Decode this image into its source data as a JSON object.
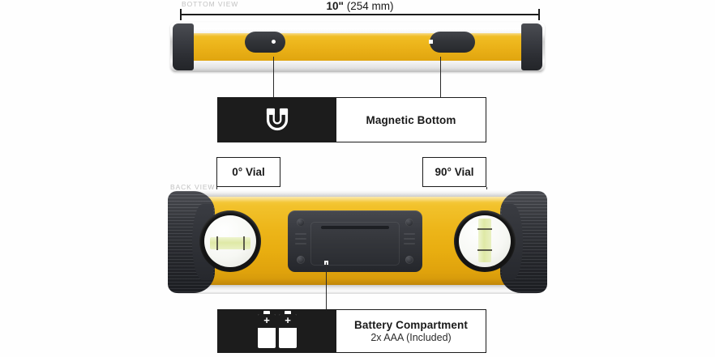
{
  "dimension": {
    "imperial": "10\"",
    "metric": " (254 mm)"
  },
  "views": {
    "bottom_tag": "BOTTOM VIEW",
    "back_tag": "BACK VIEW"
  },
  "callouts": [
    {
      "id": "magnetic",
      "icon": "magnet-icon",
      "title": "Magnetic Bottom",
      "subtitle": ""
    },
    {
      "id": "battery",
      "icon": "battery-icon",
      "title": "Battery Compartment",
      "subtitle": "2x AAA (Included)"
    }
  ],
  "labels": {
    "vial_0": "0° Vial",
    "vial_90": "90° Vial"
  },
  "battery_icon": {
    "cell_symbol": "+",
    "count": 2
  },
  "colors": {
    "body_yellow": "#edb61a",
    "rubber_black": "#2b2d32",
    "callout_black": "#1c1c1c",
    "rail_silver": "#dadada",
    "vial_green": "#dfe9a6",
    "tag_gray": "#c2c2c2",
    "background": "#fefefe"
  }
}
